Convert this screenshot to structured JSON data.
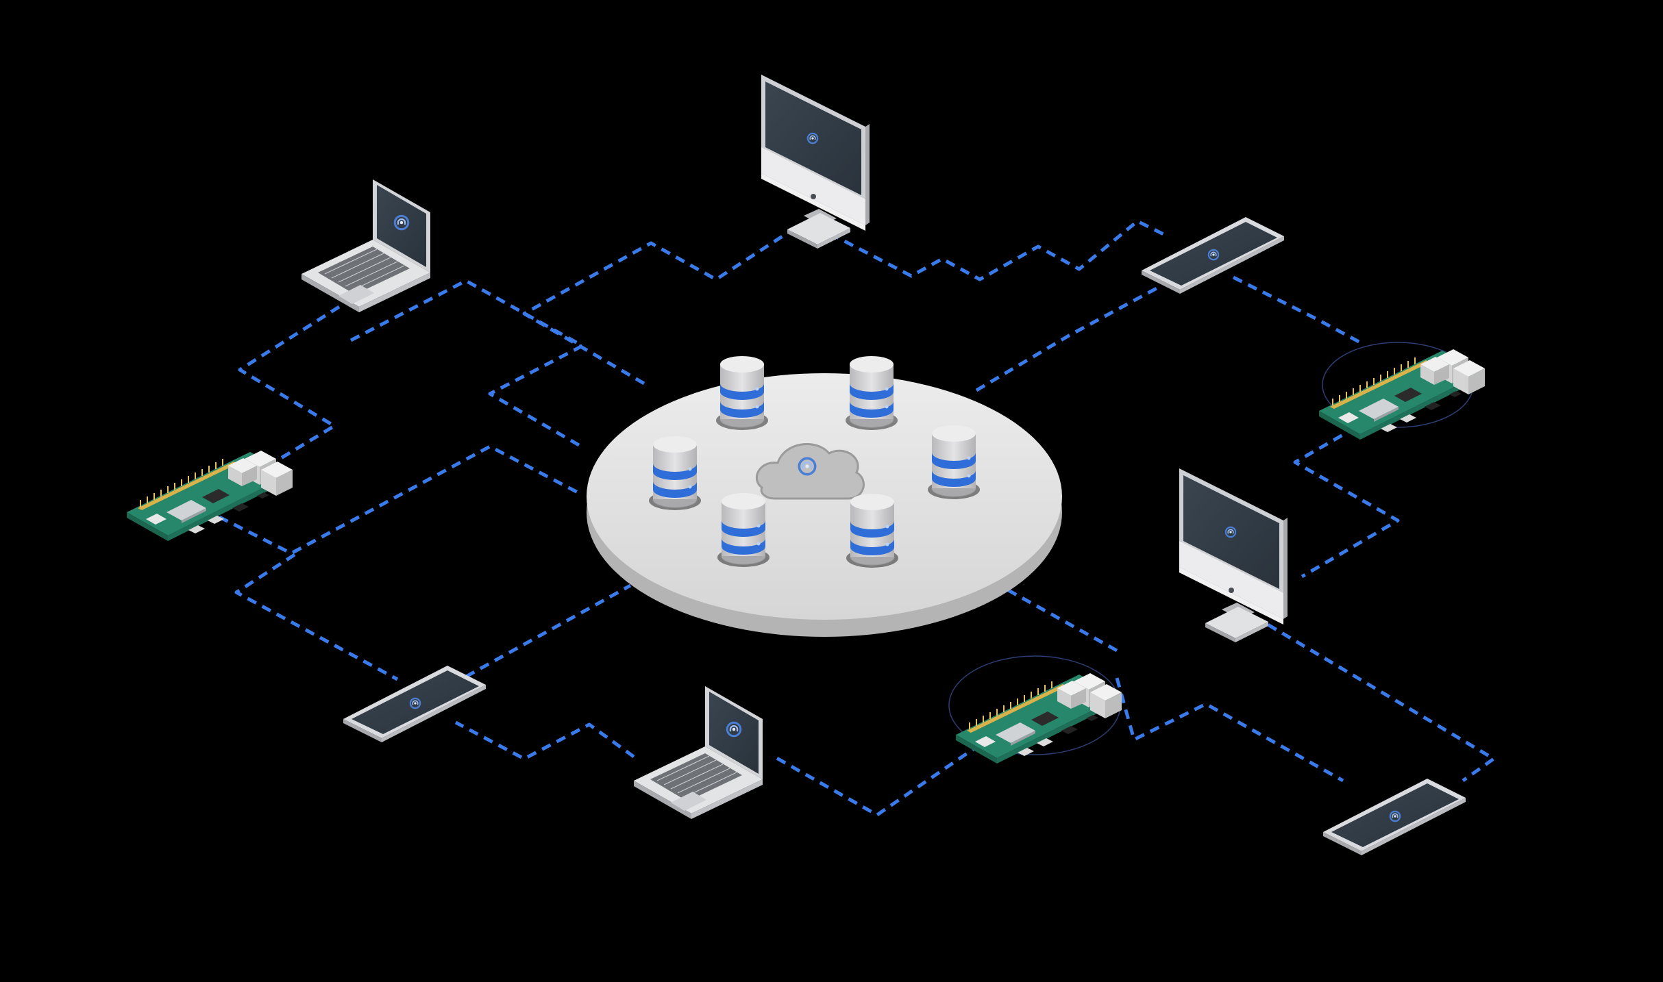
{
  "diagram": {
    "background": "#000000",
    "colors": {
      "link": "#3a7bec",
      "platform_top": "#e2e2e2",
      "platform_side": "#bdbdbd",
      "db_body": "#c9c9cb",
      "db_band": "#2f6ed8",
      "screen": "#323c46",
      "device_frame": "#dcdde0",
      "board_green": "#2b8f6e",
      "logo_accent": "#4b7fd6"
    },
    "hub": {
      "name": "cloud-database-cluster",
      "database_count": 6,
      "cloud_icon": "cloud-icon"
    },
    "nodes": [
      {
        "id": "desktop-top",
        "kind": "desktop",
        "icon": "desktop-monitor-icon"
      },
      {
        "id": "laptop-top-left",
        "kind": "laptop",
        "icon": "laptop-icon"
      },
      {
        "id": "tablet-top-right",
        "kind": "tablet",
        "icon": "tablet-icon"
      },
      {
        "id": "board-left",
        "kind": "board",
        "icon": "single-board-computer-icon"
      },
      {
        "id": "board-right",
        "kind": "board",
        "icon": "single-board-computer-icon"
      },
      {
        "id": "desktop-right",
        "kind": "desktop",
        "icon": "desktop-monitor-icon"
      },
      {
        "id": "tablet-bottom-left",
        "kind": "tablet",
        "icon": "tablet-icon"
      },
      {
        "id": "laptop-bottom",
        "kind": "laptop",
        "icon": "laptop-icon"
      },
      {
        "id": "board-bottom-right",
        "kind": "board",
        "icon": "single-board-computer-icon"
      },
      {
        "id": "tablet-bottom-right",
        "kind": "tablet",
        "icon": "tablet-icon"
      }
    ],
    "links": [
      {
        "from": "hub",
        "to": "desktop-top"
      },
      {
        "from": "hub",
        "to": "laptop-top-left"
      },
      {
        "from": "laptop-top-left",
        "to": "board-left"
      },
      {
        "from": "desktop-top",
        "to": "tablet-top-right"
      },
      {
        "from": "hub",
        "to": "tablet-top-right"
      },
      {
        "from": "tablet-top-right",
        "to": "board-right"
      },
      {
        "from": "board-right",
        "to": "desktop-right"
      },
      {
        "from": "desktop-right",
        "to": "tablet-bottom-right"
      },
      {
        "from": "hub",
        "to": "board-bottom-right"
      },
      {
        "from": "board-bottom-right",
        "to": "laptop-bottom"
      },
      {
        "from": "laptop-bottom",
        "to": "tablet-bottom-left"
      },
      {
        "from": "tablet-bottom-left",
        "to": "hub"
      },
      {
        "from": "board-left",
        "to": "tablet-bottom-left"
      },
      {
        "from": "board-bottom-right",
        "to": "tablet-bottom-right"
      }
    ]
  }
}
